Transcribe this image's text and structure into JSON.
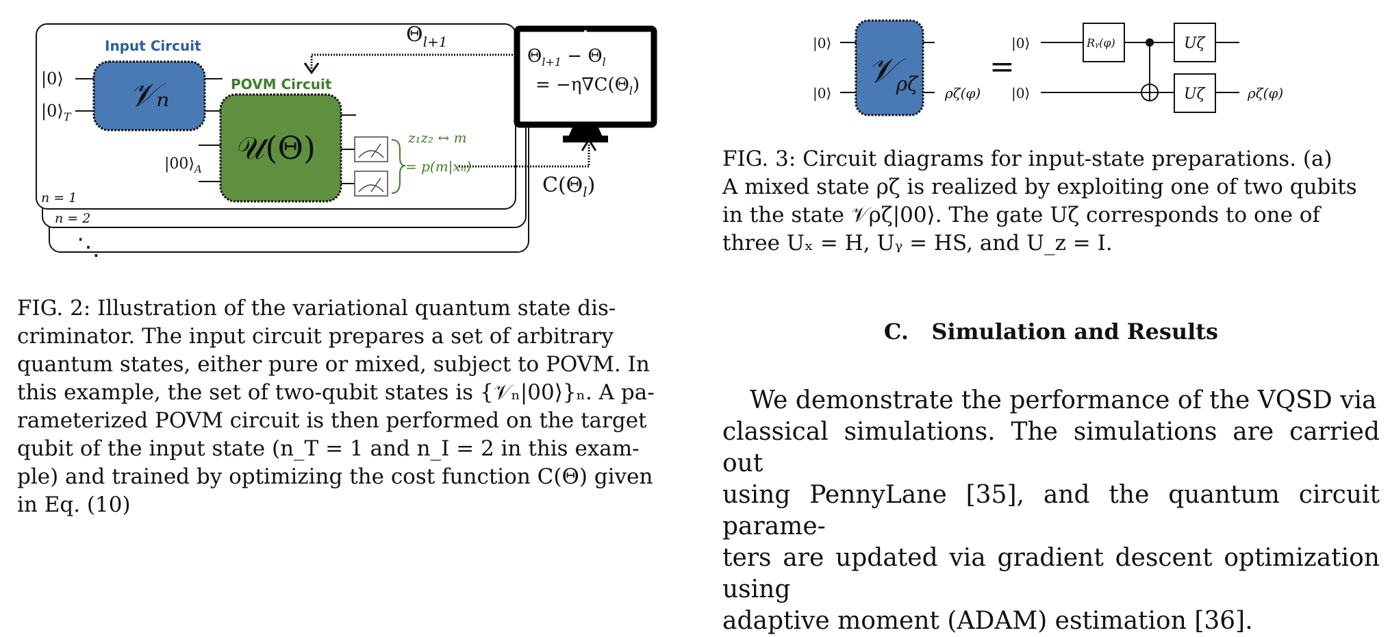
{
  "fig2": {
    "input_circuit_label": "Input Circuit",
    "povm_circuit_label": "POVM Circuit",
    "v_n": "𝒱ₙ",
    "u_theta": "𝒰(Θ)",
    "ket0": "|0⟩",
    "ket0T": "|0⟩",
    "ket0T_sub": "T",
    "ket00A": "|00⟩",
    "ket00A_sub": "A",
    "theta_l1": "Θ",
    "theta_l1_sub": "l+1",
    "monitor_line1": "Θ",
    "monitor_line1_sub1": "l+1",
    "monitor_line1_mid": " − Θ",
    "monitor_line1_sub2": "l",
    "monitor_line2": "= −η∇C(Θ",
    "monitor_line2_sub": "l",
    "monitor_line2_end": ")",
    "cost": "C(Θ",
    "cost_sub": "l",
    "cost_end": ")",
    "green_line1": "z₁z₂ ↔ m",
    "green_line2": "= p(m|xₙ)",
    "n1": "n = 1",
    "n2": "n = 2",
    "dots": "⋱"
  },
  "fig2_caption": {
    "label": "FIG. 2:",
    "lines": [
      "Illustration of the variational quantum state dis-",
      "criminator. The input circuit prepares a set of arbitrary",
      "quantum states, either pure or mixed, subject to POVM. In",
      "this example, the set of two-qubit states is {𝒱ₙ|00⟩}ₙ. A pa-",
      "rameterized POVM circuit is then performed on the target",
      "qubit of the input state (n_T = 1 and n_I = 2 in this exam-",
      "ple) and trained by optimizing the cost function C(Θ) given",
      "in Eq. (10)"
    ]
  },
  "fig3": {
    "ket0": "|0⟩",
    "v_rho": "𝒱",
    "v_rho_sub": "ρζ",
    "equals": "=",
    "rho_out": "ρζ(φ)",
    "ry_gate": "Rᵧ(φ)",
    "u_gate": "Uζ"
  },
  "fig3_caption": {
    "label": "FIG. 3:",
    "lines": [
      "Circuit diagrams for input-state preparations. (a)",
      "A mixed state ρζ is realized by exploiting one of two qubits",
      "in the state 𝒱ρζ|00⟩. The gate Uζ corresponds to one of",
      "three Uₓ = H, Uᵧ = HS, and U_z = I."
    ]
  },
  "section": {
    "number": "C.",
    "title": "Simulation and Results"
  },
  "body": {
    "lines": [
      "We demonstrate the performance of the VQSD via",
      "classical simulations.  The simulations are carried out",
      "using PennyLane [35], and the quantum circuit parame-",
      "ters are updated via gradient descent optimization using",
      "adaptive moment (ADAM) estimation [36]."
    ]
  },
  "colors": {
    "input_blue": "#4a7ab5",
    "povm_green": "#5f9040",
    "green_text": "#3f7f2a",
    "label_blue": "#2d5f9a",
    "black": "#111111"
  }
}
